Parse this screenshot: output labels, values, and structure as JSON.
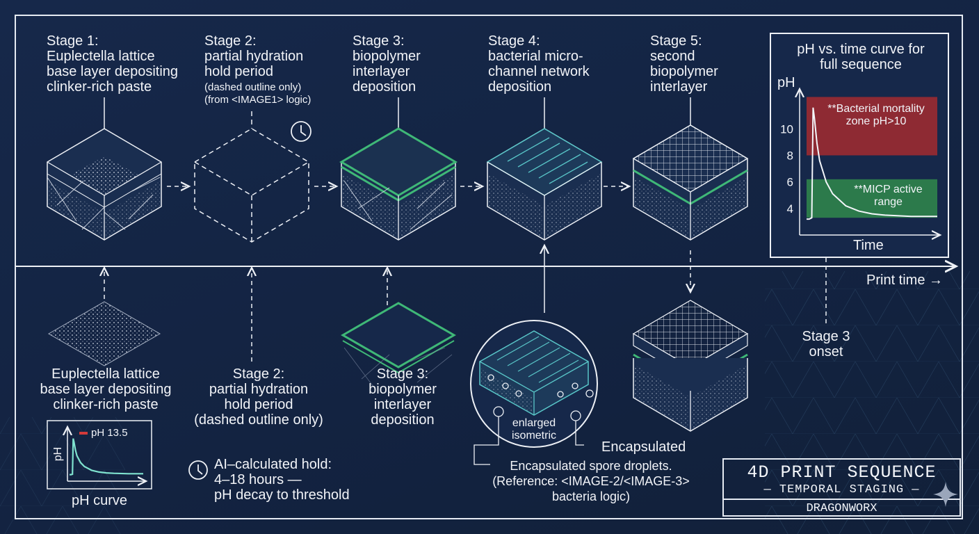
{
  "stages_top": {
    "s1": "Stage 1:\nEuplectella lattice\nbase layer depositing\nclinker-rich paste",
    "s2_head": "Stage 2:\npartial hydration\nhold period",
    "s2_note": "(dashed outline only)\n(from <IMAGE1> logic)",
    "s3": "Stage 3:\nbiopolymer\ninterlayer\ndeposition",
    "s4": "Stage 4:\nbacterial micro-\nchannel network\ndeposition",
    "s5": "Stage 5:\nsecond\nbiopolymer\ninterlayer"
  },
  "stages_bottom": {
    "b1": "Euplectella lattice\nbase layer depositing\nclinker-rich paste",
    "b2": "Stage 2:\npartial hydration\nhold period\n(dashed outline only)",
    "b3": "Stage 3:\nbiopolymer\ninterlayer\ndeposition",
    "enlarged": "enlarged\nisometric",
    "encapsulated": "Encapsulated",
    "spore": "Encapsulated spore droplets.\n(Reference: <IMAGE-2/<IMAGE-3>\nbacteria logic)",
    "hold": "AI–calculated hold:\n4–18 hours —\npH decay to threshold",
    "onset": "Stage 3\nonset",
    "print_time": "Print time →"
  },
  "mini_chart": {
    "ylabel": "pH",
    "peak_label": "pH 13.5",
    "caption": "pH curve"
  },
  "chart_data": {
    "type": "line",
    "title": "pH vs. time curve for\nfull sequence",
    "xlabel": "Time",
    "ylabel": "pH",
    "yticks": [
      4,
      6,
      8,
      10
    ],
    "ylim": [
      2,
      13
    ],
    "zones": [
      {
        "name": "**Bacterial mortality\nzone pH>10",
        "from": 8,
        "to": 12.4,
        "color": "#8e2a33"
      },
      {
        "name": "**MICP active\nrange",
        "from": 3.3,
        "to": 6.2,
        "color": "#2c7a4b"
      }
    ],
    "x": [
      0,
      0.2,
      0.4,
      0.5,
      0.6,
      0.8,
      1,
      1.5,
      2,
      3,
      4,
      5,
      6,
      8,
      10
    ],
    "y": [
      3.2,
      3.2,
      3.3,
      11.6,
      10.8,
      8.9,
      7.6,
      6.0,
      5.1,
      4.2,
      3.8,
      3.6,
      3.5,
      3.4,
      3.4
    ]
  },
  "title_block": {
    "main": "4D PRINT SEQUENCE",
    "sub": "— TEMPORAL STAGING —",
    "brand": "DRAGONWORX"
  },
  "colors": {
    "background": "#132442",
    "line": "#e8ecf2",
    "green": "#3fb877",
    "cyan": "#59c6c8",
    "red_zone": "#8e2a33",
    "green_zone": "#2c7a4b"
  }
}
